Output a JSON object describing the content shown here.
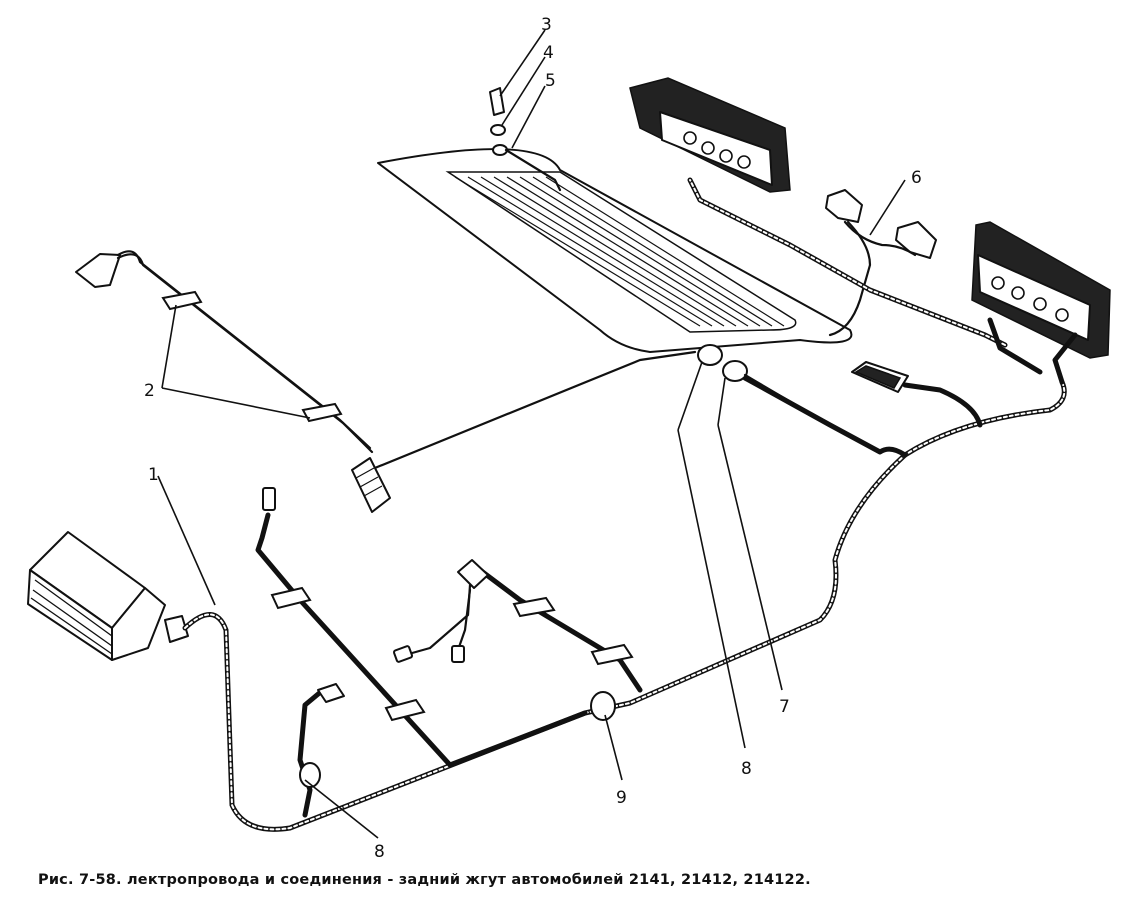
{
  "callouts": {
    "c1": "1",
    "c2": "2",
    "c3": "3",
    "c4": "4",
    "c5": "5",
    "c6": "6",
    "c7": "7",
    "c8a": "8",
    "c8b": "8",
    "c9": "9"
  },
  "caption": "Рис. 7-58. лектропровода и соединения - задний жгут автомобилей 2141, 21412, 214122."
}
